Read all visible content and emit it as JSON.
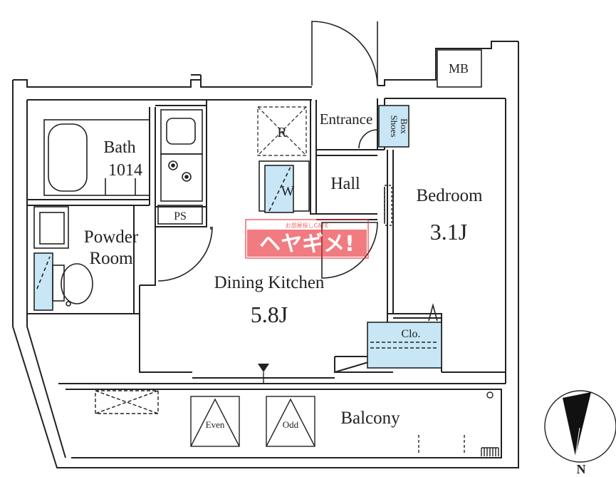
{
  "rooms": {
    "bath_name": "Bath",
    "bath_size": "1014",
    "powder_line1": "Powder",
    "powder_line2": "Room",
    "dining_kitchen": "Dining Kitchen",
    "dining_kitchen_size": "5.8J",
    "bedroom": "Bedroom",
    "bedroom_size": "3.1J",
    "hall": "Hall",
    "entrance": "Entrance",
    "balcony": "Balcony"
  },
  "fixtures": {
    "mb": "MB",
    "ps": "PS",
    "refrigerator": "R",
    "washer": "W",
    "shoes_box_line1": "Shoes",
    "shoes_box_line2": "Box",
    "closet": "Clo.",
    "even": "Even",
    "odd": "Odd"
  },
  "compass": {
    "north": "N"
  },
  "watermark": {
    "small": "お部屋探しCAFE",
    "main": "ヘヤギメ!"
  },
  "colors": {
    "wall": "#222222",
    "fixture_fill": "#c8e6f5",
    "watermark": "#e8333a"
  }
}
